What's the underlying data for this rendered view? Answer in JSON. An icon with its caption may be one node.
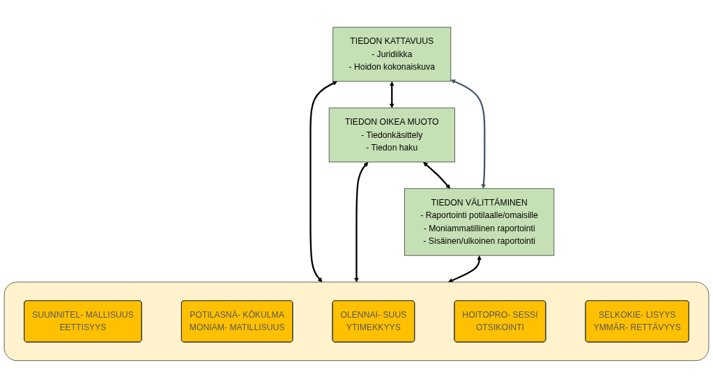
{
  "diagram": {
    "nodes": [
      {
        "text": [
          "TIEDON KATTAVUUS",
          "- Juridiikka",
          "- Hoidon kokonaiskuva"
        ]
      },
      {
        "text": [
          "TIEDON OIKEA MUOTO",
          "- Tiedonkäsittely",
          "- Tiedon haku"
        ]
      },
      {
        "text": [
          "TIEDON VÄLITTÄMINEN",
          "- Raportointi potilaalle/omaisille",
          "- Moniammatillinen raportointi",
          "- Sisäinen/ulkoinen raportointi"
        ]
      },
      {
        "text": [],
        "shape": "box"
      },
      {
        "text": [
          "SUUNNITEL- MALLISUUS",
          "EETTISYYS"
        ],
        "in": 3
      },
      {
        "text": [
          "POTILASNÄ- KÖKULMA",
          "MONIAM- MATILLISUUS"
        ],
        "in": 3
      },
      {
        "text": [
          "OLENNAI- SUUS",
          "YTIMEKKYYS"
        ],
        "in": 3
      },
      {
        "text": [
          "HOITOPRO- SESSI",
          "OTSIKOINTI"
        ],
        "in": 3
      },
      {
        "text": [
          "SELKOKIE- LISYYS",
          "YMMÄR- RETTÄVYYS"
        ],
        "in": 3
      }
    ],
    "edges": [
      {
        "from": 2,
        "to": 0,
        "arrow": "both",
        "color": "#44546a"
      },
      {
        "from": 0,
        "to": 1,
        "arrow": "both"
      },
      {
        "from": 1,
        "to": 2,
        "arrow": "both"
      },
      {
        "from": 0,
        "to": 3,
        "arrow": "both"
      },
      {
        "from": 1,
        "to": 3,
        "arrow": "both"
      },
      {
        "from": 2,
        "to": 3,
        "arrow": "both"
      }
    ]
  }
}
